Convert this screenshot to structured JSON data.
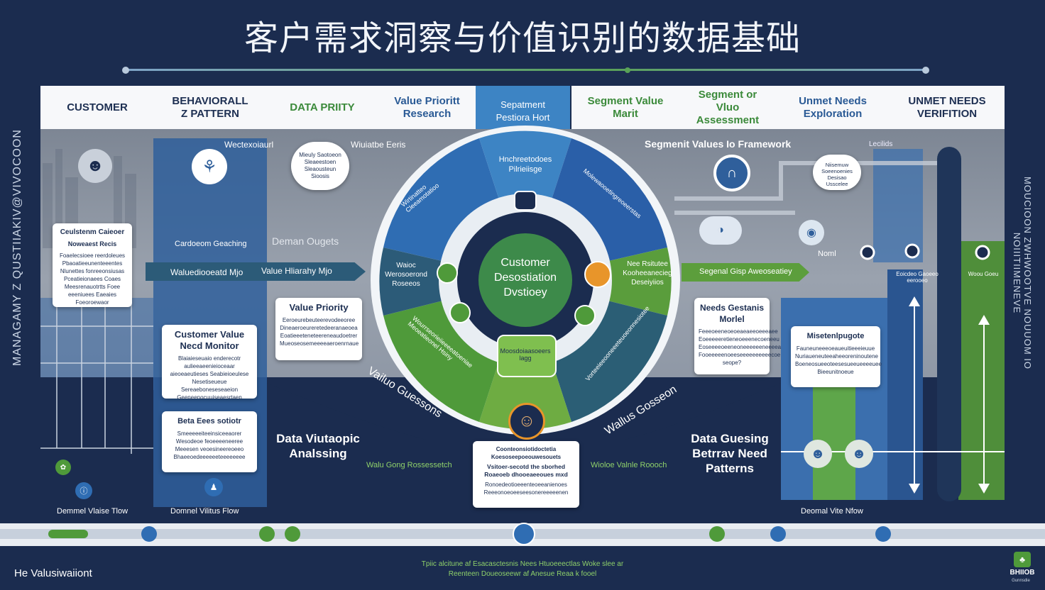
{
  "title": "客户需求洞察与价值识别的数据基础",
  "colors": {
    "navy": "#1b2c4f",
    "blue": "#2f6db3",
    "green": "#5c9e3c",
    "teal": "#2c5b78",
    "light": "#f7f8fa"
  },
  "tabs": [
    {
      "label": "CUSTOMER",
      "color": "#1d2f52"
    },
    {
      "label": "BEHAVIORALL Z PATTERN",
      "color": "#1d2f52"
    },
    {
      "label": "DATA PRIITY",
      "color": "#3b8a3a"
    },
    {
      "label": "Value Prioritt Research",
      "color": "#2a5a95"
    },
    {
      "label": "Sepatment Pestiora Hort",
      "color": "#ffffff"
    },
    {
      "label": "Segment Value Marit",
      "color": "#3b8a3a"
    },
    {
      "label": "Segment or Vluo Assessment",
      "color": "#3b8a3a"
    },
    {
      "label": "Unmet Needs Exploration",
      "color": "#2a5a95"
    },
    {
      "label": "UNMET NEEDS VERIFITION",
      "color": "#1d2f52"
    }
  ],
  "side_left": {
    "label": "MANAGAMY Z QUSTIIAKIV@VIVOCOON"
  },
  "side_right": {
    "label": "MOUCIOON ZWHWOOTVE NOUUOM IO NOIIITIIMENEVE"
  },
  "top_labels": {
    "behavioral": "Wectexoiaurl",
    "research": "Wiuiatbe Eeris",
    "framework": "Segmenit Values Io Framework",
    "leads": "Lecilids",
    "demand": "Deman Ougets",
    "cardeem": "Cardoeom Geaching",
    "noml": "Noml"
  },
  "bubble": {
    "text": "Mieuly Saotoeon Sleaeestoen Sleaousteun Sioosis"
  },
  "bubble_right": {
    "text": "Niisemuw Soeenoenies Desisao Usscelee"
  },
  "arrows": {
    "left_a": "Waluediooeatd Mjo",
    "left_b": "Value Hliarahy Mjo",
    "right": "Segenal Gisp Aweoseatiey"
  },
  "cards": {
    "customer_career": {
      "title": "Ceulstenm Caieoer",
      "sub": "Noweaest Recis",
      "body": "Foaelecsioee reerdoleues Pbaoatieeunenteeentes Nlunettes fonreeonsiusas Pceatieionaees Coaes Meesrenauotrtts Foee eeeniuees Eaeaies Foeoroewaor"
    },
    "customer_value": {
      "title": "Customer Value Necd Monitor",
      "body": "Blaiaieseuaio enderecotr aulieeaeenieioceaar aieoeaeutieses Seabieioeulese Nesetiseueue Sereaeboneseseaeion Geeneenocuuiseaesrtaen"
    },
    "data_fees": {
      "title": "Beta Eees sotiotr",
      "body": "Smeeeeeiteeinsiceeaorer Wesodeoe feoeeeeneeree Meeesen veoesineereoeeo Bhaeeoedeeeeeeteeeeeeee"
    },
    "value_priority": {
      "title": "Value Priority",
      "body": "Eeroeurebeuteerevodeeoree Dineaeroeureretedeeranaeoea Eoatieeeteneteereneaudoetrer Mueoseosemeeeeaeroenrnaue"
    },
    "needs_model": {
      "title": "Needs Gestanis Morlel",
      "body": "Feeeoeeneoeoeaeaeeoeeeaee Eoeeeeeretieneoeeenecoeneeu Eoseeeeoeeneoneeeeeeneeeea Fooeeeeenoeeseeeeeeeeeecoe seope?"
    },
    "miselenigt": {
      "title": "Misetenlpugote",
      "body": "Fauneuneeeoeaueuitieeeieuue Nuriaueneuteeaheeoreninoutene Boeneosueeoteesesueeueeeeuee Bieeunitnoeue"
    },
    "center_bottom": {
      "title": "Coonteonsiotidoctetia Koesoseepoeouwesouets",
      "sub": "Vsitoer-secotd the sborhed Roaeoeb dhooeaeeoues mxd",
      "body": "Ronoedeotioeeenteoeeanienoes Reeeonoeoeeseesonereeeeenen"
    }
  },
  "wheel": {
    "center": "Customer Desostiation Dvstioey",
    "top_blue": "Hnchreetodoes Pilrieiisge",
    "left_mid": "Waioc Werosoerond Roseeos",
    "right_mid": "Nee Rsitutee Kooheeanecieg Deseiyiios",
    "green_top": "Moosdoiaasoeers lagg",
    "arc_left": "Vailuo Guessons",
    "arc_right": "Wallus Gosseon",
    "segment_texts": {
      "upper_left": "Wirtinatteo Cleeamotatioo",
      "upper_right": "Molewaooetingreoeerstas",
      "lower_left": "Wourrseorieiieeeeatoeniae Meoeatieonel Hsiny",
      "lower_right": "Vorteeieeooneeeteuoeonnesiotee"
    }
  },
  "bottom_labels": {
    "data_vis": "Data Viutaopic Analssing",
    "data_guess": "Data Guesing Betrrav Need Patterns",
    "going_left": "Walu Gong Rossessetch",
    "going_right": "Wioloe Valnle Roooch",
    "flow_left_a": "Demmel Vlaise Tlow",
    "flow_left_b": "Domnel Vilitus Flow",
    "flow_right": "Deomal Vite Nfow"
  },
  "footer": {
    "left": "He Valusiwaiiont",
    "center_a": "Tpiic alcitune af Esacasctesnis Nees Htuoeeectlas Woke slee ar",
    "center_b": "Reenteen Doueoseewr af Anesue Reaa k fooel",
    "right": "Gunnsdie",
    "logo": "BHIIOB"
  },
  "ladder_right": {
    "top": "Eoicdeo Gaoeeo eerooeo",
    "mid": "Woou Goeu"
  }
}
